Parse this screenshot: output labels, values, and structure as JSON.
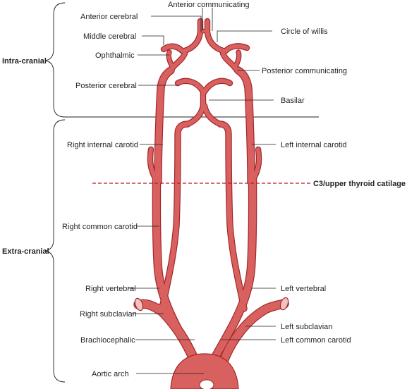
{
  "labels": {
    "anterior_communicating": "Anterior communicating",
    "anterior_cerebral": "Anterior cerebral",
    "circle_of_willis": "Circle of willis",
    "middle_cerebral": "Middle cerebral",
    "ophthalmic": "Ophthalmic",
    "posterior_communicating": "Posterior communicating",
    "posterior_cerebral": "Posterior cerebral",
    "basilar": "Basilar",
    "right_internal_carotid": "Right internal carotid",
    "left_internal_carotid": "Left internal carotid",
    "c3_line": "C3/upper thyroid catilage",
    "right_common_carotid": "Right common carotid",
    "right_vertebral": "Right vertebral",
    "left_vertebral": "Left vertebral",
    "right_subclavian": "Right subclavian",
    "left_subclavian": "Left subclavian",
    "brachiocephalic": "Brachiocephalic",
    "left_common_carotid": "Left common carotid",
    "aortic_arch": "Aortic arch"
  },
  "regions": {
    "intra_cranial": "Intra-cranial",
    "extra_cranial": "Extra-cranial"
  },
  "colors": {
    "vessel_fill": "#d8615f",
    "vessel_edge": "#a3262b",
    "dashed_line": "#b01e24",
    "text": "#231f20"
  }
}
